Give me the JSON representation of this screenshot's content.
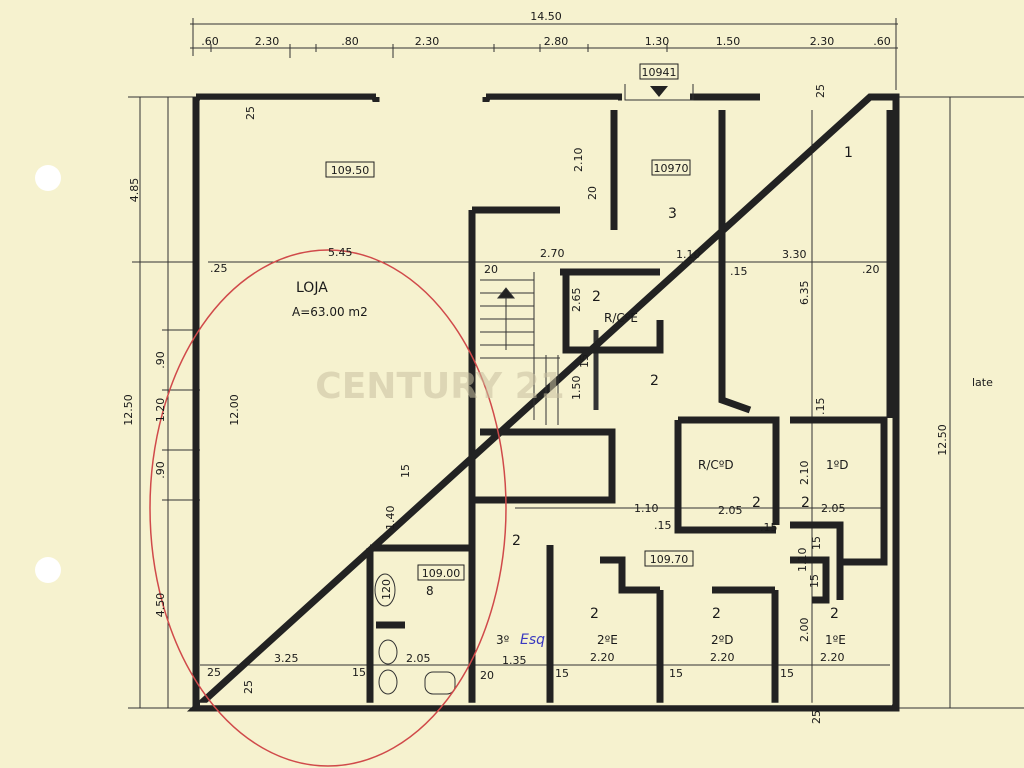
{
  "watermark": "CENTURY 21",
  "handwritten": "Esq",
  "level_boxes": [
    "10941",
    "109.50",
    "10970",
    "109.00",
    "109.70"
  ],
  "dimensions_top": {
    "total": "14.50",
    "segments": [
      ".60",
      "2.30",
      ".80",
      "2.30",
      "2.80",
      "1.30",
      "1.50",
      "2.30",
      ".60"
    ]
  },
  "dimensions_left": [
    "4.85",
    "12.50",
    ".90",
    "1.20",
    ".90",
    "4.50",
    "12.00"
  ],
  "dimensions_right": [
    "12.50"
  ],
  "right_note": "late",
  "shop": {
    "name": "LOJA",
    "area": "A=63.00 m2"
  },
  "rooms": {
    "rc_e": "R/CºE",
    "rc_d": "R/CºD",
    "first_d": "1ºD",
    "first_e": "1ºE",
    "second_e": "2ºE",
    "second_d": "2ºD",
    "third_esq": "3º"
  },
  "numbers": [
    "1",
    "3",
    "2",
    "2",
    "2",
    "2",
    "2",
    "2",
    "2",
    "2",
    "8"
  ],
  "dims_inner": [
    "25",
    "5.45",
    ".25",
    "2.10",
    "20",
    "2.70",
    "1.10",
    "20",
    "2.65",
    "1.50",
    "15",
    ".15",
    "3.30",
    "6.35",
    ".20",
    ".15",
    "2.10",
    "1.10",
    "2.05",
    "2.05",
    ".15",
    ".15",
    "1.40",
    "15",
    "120",
    "1.10",
    "15",
    "15",
    "2.00",
    "1.35",
    "2.20",
    "2.20",
    "2.20",
    "3.25",
    "2.05",
    "25",
    "15",
    "20",
    "15",
    "15",
    "15",
    "25",
    "25",
    "25"
  ],
  "colors": {
    "paper": "#f6f2cf",
    "ink": "#1a1a1a",
    "red_marking": "#d04a4a",
    "blue_ink": "#3a3ac0"
  }
}
